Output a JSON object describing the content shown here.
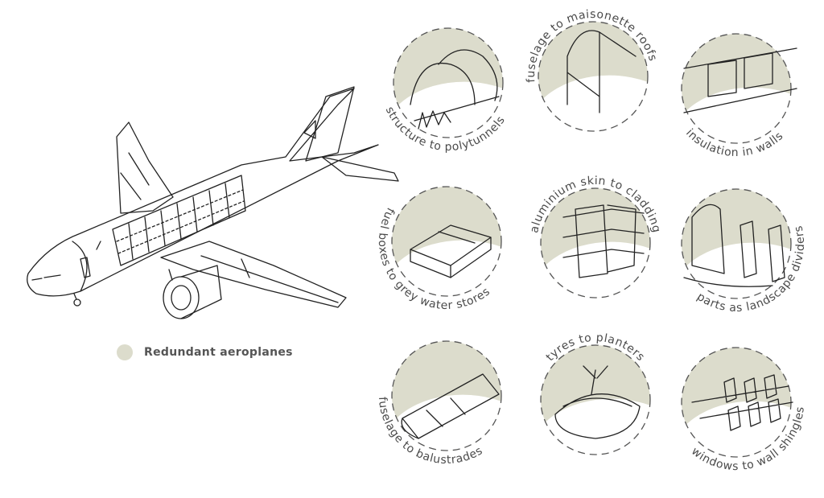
{
  "colors": {
    "beige": "#dcdccc",
    "ink": "#222222",
    "label": "#4a4a4a"
  },
  "legend": {
    "label": "Redundant aeroplanes"
  },
  "reuses": [
    {
      "label": "structure to polytunnels",
      "icon": "polytunnel-icon"
    },
    {
      "label": "fuselage to maisonette roofs",
      "icon": "roof-icon"
    },
    {
      "label": "insulation in walls",
      "icon": "insulation-icon"
    },
    {
      "label": "fuel boxes to grey water stores",
      "icon": "fuel-box-icon"
    },
    {
      "label": "aluminium skin to cladding",
      "icon": "cladding-icon"
    },
    {
      "label": "parts as landscape dividers",
      "icon": "divider-icon"
    },
    {
      "label": "fuselage to balustrades",
      "icon": "balustrade-icon"
    },
    {
      "label": "tyres to planters",
      "icon": "planter-icon"
    },
    {
      "label": "windows to wall shingles",
      "icon": "shingles-icon"
    }
  ]
}
